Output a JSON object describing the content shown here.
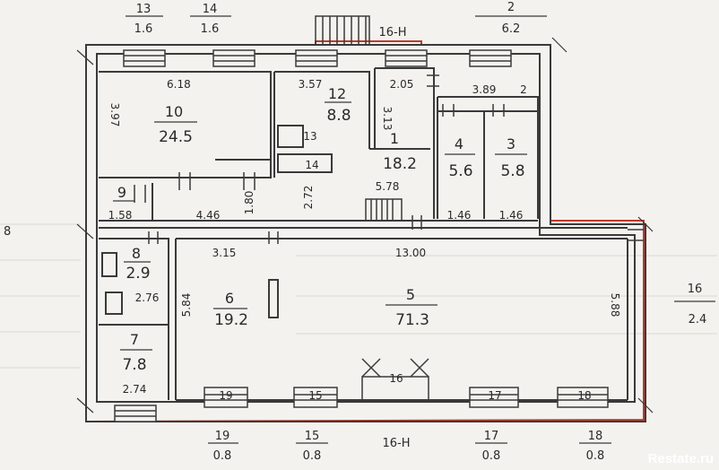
{
  "top_marks": {
    "m13": "13",
    "v13": "1.6",
    "m14": "14",
    "v14": "1.6",
    "mark16h": "16-Н",
    "m2": "2",
    "v2": "6.2"
  },
  "right_marks": {
    "m16": "16",
    "v16": "2.4"
  },
  "left_partial": "8",
  "bottom_marks": {
    "m19": "19",
    "v19": "0.8",
    "m15": "15",
    "v15": "0.8",
    "mark16h": "16-Н",
    "m17": "17",
    "v17": "0.8",
    "m18": "18",
    "v18": "0.8"
  },
  "rooms": {
    "r10": {
      "no": "10",
      "area": "24.5",
      "w": "6.18",
      "h": "3.97"
    },
    "r12": {
      "no": "12",
      "area": "8.8",
      "w": "3.57"
    },
    "r13": {
      "no": "13"
    },
    "r14": {
      "no": "14"
    },
    "r1": {
      "no": "1",
      "area": "18.2",
      "w": "2.05",
      "h": "3.13",
      "w2": "5.78"
    },
    "r4": {
      "no": "4",
      "area": "5.6",
      "w": "1.46"
    },
    "r3": {
      "no": "3",
      "area": "5.8",
      "w": "1.46"
    },
    "r9": {
      "no": "9",
      "w": "1.58"
    },
    "corridor": {
      "w": "4.46",
      "h": "1.80",
      "h2": "2.72"
    },
    "r8": {
      "no": "8",
      "area": "2.9"
    },
    "r_small": {
      "w": "2.76"
    },
    "r7": {
      "no": "7",
      "area": "7.8",
      "w": "2.74"
    },
    "r6": {
      "no": "6",
      "area": "19.2",
      "w": "3.15",
      "h": "5.84"
    },
    "r5": {
      "no": "5",
      "area": "71.3",
      "w": "13.00",
      "h": "5.88"
    }
  },
  "top_dim_389": "3.89",
  "top_dim_2": "2",
  "inner_marks": {
    "m16": "16",
    "m19": "19",
    "m15": "15",
    "m17": "17",
    "m18": "18"
  },
  "watermark": "Restate.ru",
  "colors": {
    "wall": "#3a3a3a",
    "outline": "#c0392b",
    "paper": "#f3f2ee"
  }
}
